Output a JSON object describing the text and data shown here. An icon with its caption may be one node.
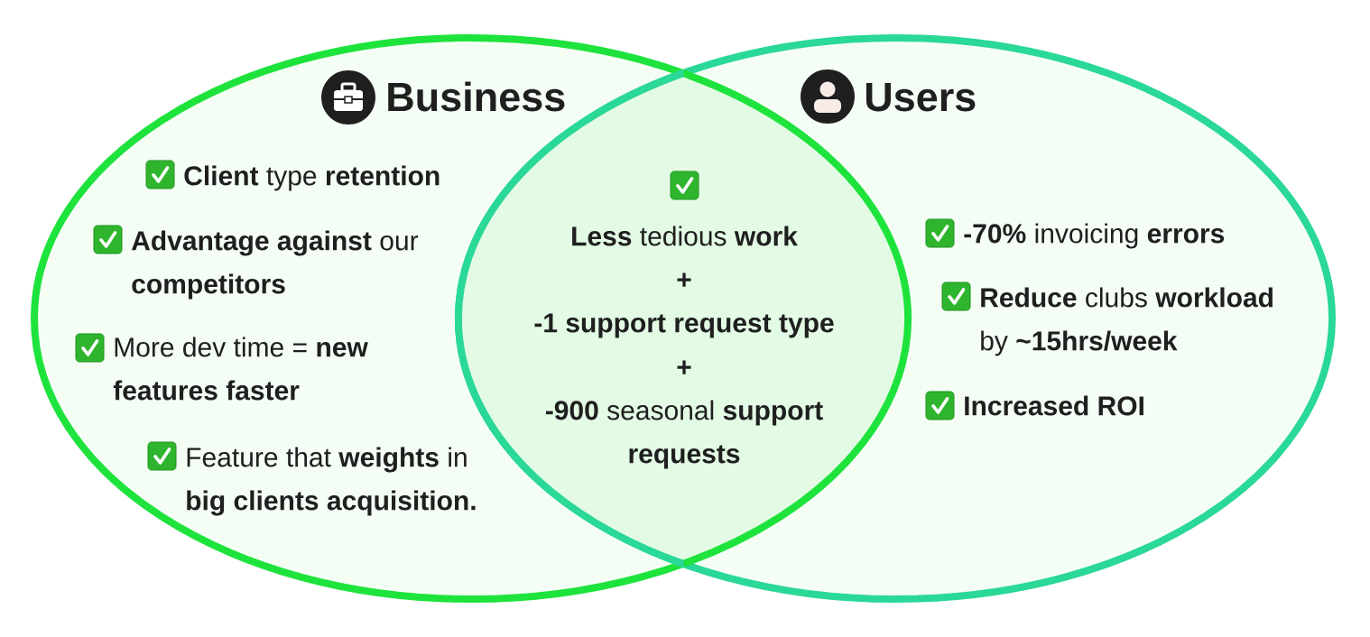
{
  "diagram": {
    "nodes": [
      {
        "text": [
          "Business",
          "**Client** type **retention**",
          "**Advantage against** our **competitors**",
          "More dev time = **new features faster**",
          "Feature that **weights** in **big clients acquisition.**"
        ]
      },
      {
        "text": [
          "Users",
          "**-70%** invoicing **errors**",
          "**Reduce** clubs **workload** by **~15hrs/week**",
          "Increased ROI"
        ]
      },
      {
        "text": [
          "**Less** tedious **work**",
          "+",
          "-1 support request type",
          "+",
          "**-900** seasonal **support requests**"
        ]
      }
    ]
  }
}
